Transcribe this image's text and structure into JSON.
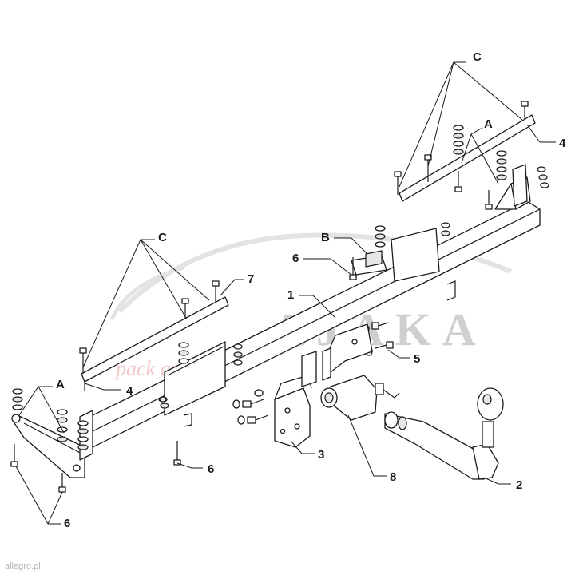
{
  "diagram": {
    "callouts": {
      "c_top": "C",
      "a_top": "A",
      "n4_top": "4",
      "b": "B",
      "n6_mid": "6",
      "n7": "7",
      "c_left": "C",
      "n1": "1",
      "n5": "5",
      "a_left": "A",
      "n4_left": "4",
      "n6_lower": "6",
      "n3": "3",
      "n8": "8",
      "n2": "2",
      "n6_bottom": "6"
    }
  },
  "watermark": {
    "brand": "AJAKA",
    "tagline": "pack and travel"
  },
  "footer": {
    "source": "allegro.pl"
  }
}
